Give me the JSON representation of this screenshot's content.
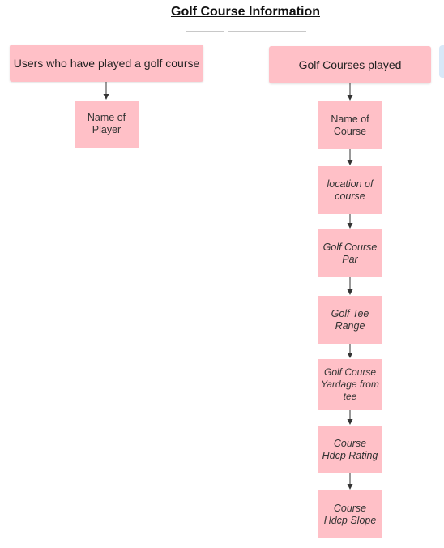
{
  "title": "Golf Course Information",
  "colors": {
    "node_fill": "#ffc0c7",
    "connector": "#333333"
  },
  "users_branch": {
    "header": "Users who have played a golf course",
    "player": "Name of Player"
  },
  "courses_branch": {
    "header": "Golf Courses played",
    "items": [
      "Name of Course",
      "location of course",
      "Golf Course Par",
      "Golf Tee Range",
      "Golf Course Yardage from tee",
      "Course Hdcp Rating",
      "Course Hdcp Slope"
    ]
  }
}
